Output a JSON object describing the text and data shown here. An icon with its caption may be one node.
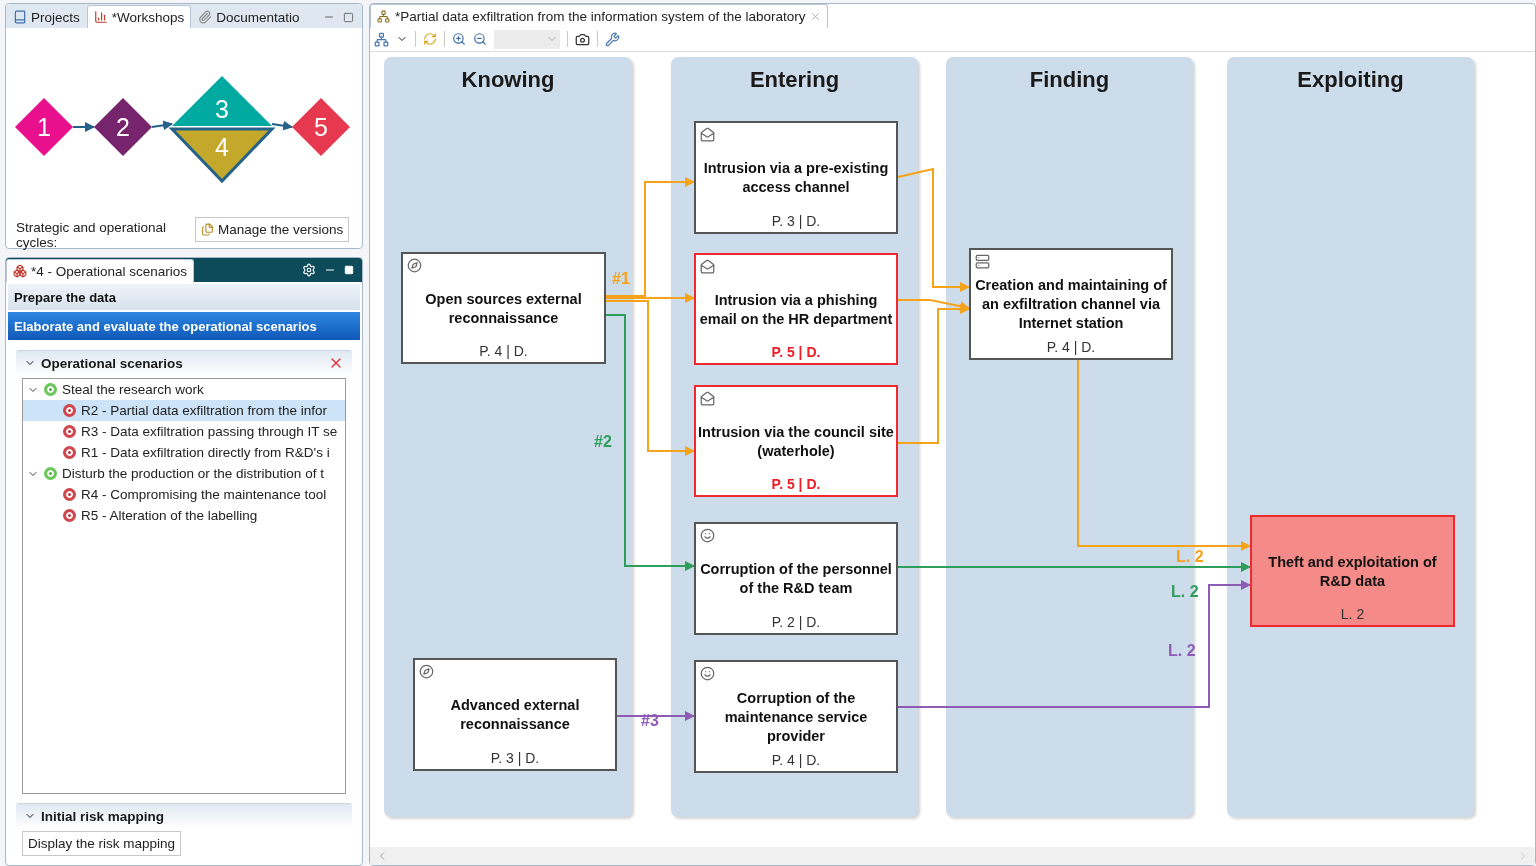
{
  "diagram": {
    "nodes": [
      {
        "text": [
          "Knowing"
        ]
      },
      {
        "text": [
          "Entering"
        ]
      },
      {
        "text": [
          "Finding"
        ]
      },
      {
        "text": [
          "Exploiting"
        ]
      },
      {
        "text": [
          "Open sources external reconnaissance",
          "P. 4 | D."
        ],
        "in": 0
      },
      {
        "text": [
          "Advanced external reconnaissance",
          "P. 3 | D."
        ],
        "in": 0
      },
      {
        "text": [
          "Intrusion via a pre-existing access channel",
          "P. 3 | D."
        ],
        "in": 1
      },
      {
        "text": [
          "Intrusion via a phishing email on the HR department",
          "P. 5 | D."
        ],
        "in": 1
      },
      {
        "text": [
          "Intrusion via the council site (waterhole)",
          "P. 5 | D."
        ],
        "in": 1
      },
      {
        "text": [
          "Corruption of the personnel of the R&D team",
          "P. 2 | D."
        ],
        "in": 1
      },
      {
        "text": [
          "Corruption of the maintenance service provider",
          "P. 4 | D."
        ],
        "in": 1
      },
      {
        "text": [
          "Creation and maintaining of an exfiltration channel via Internet station",
          "P. 4 | D."
        ],
        "in": 2
      },
      {
        "text": [
          "Theft and exploitation of R&D data",
          "L. 2"
        ],
        "in": 3
      },
      {
        "text": [
          "1"
        ]
      },
      {
        "text": [
          "2"
        ]
      },
      {
        "text": [
          "3"
        ]
      },
      {
        "text": [
          "4"
        ]
      },
      {
        "text": [
          "5"
        ]
      }
    ],
    "edges": [
      {
        "from": 4,
        "to": 6,
        "arrow": "to"
      },
      {
        "from": 4,
        "to": 7,
        "arrow": "to",
        "label": "#1"
      },
      {
        "from": 4,
        "to": 8,
        "arrow": "to"
      },
      {
        "from": 4,
        "to": 9,
        "arrow": "to",
        "label": "#2",
        "color": "#2e9e5b"
      },
      {
        "from": 5,
        "to": 10,
        "arrow": "to",
        "label": "#3",
        "color": "#8e5bb5"
      },
      {
        "from": 6,
        "to": 11,
        "arrow": "to"
      },
      {
        "from": 7,
        "to": 11,
        "arrow": "to"
      },
      {
        "from": 8,
        "to": 11,
        "arrow": "to"
      },
      {
        "from": 11,
        "to": 12,
        "arrow": "to",
        "label": "L. 2"
      },
      {
        "from": 9,
        "to": 12,
        "arrow": "to",
        "label": "L. 2",
        "color": "#2e9e5b"
      },
      {
        "from": 10,
        "to": 12,
        "arrow": "to",
        "label": "L. 2",
        "color": "#8e5bb5"
      },
      {
        "from": 13,
        "to": 14,
        "arrow": "to",
        "color": "#24628a"
      },
      {
        "from": 14,
        "to": 15,
        "arrow": "to",
        "color": "#24628a"
      },
      {
        "from": 15,
        "to": 17,
        "arrow": "to",
        "color": "#24628a"
      }
    ],
    "labels": [
      "Projects",
      "*Workshops",
      "Documentatio",
      "Strategic and operational cycles:",
      "Manage the versions",
      "*4 - Operational scenarios",
      "Prepare the data",
      "Elaborate and evaluate the operational scenarios",
      "Operational scenarios",
      "Steal the research work",
      "R2 - Partial data exfiltration from the infor",
      "R3 - Data exfiltration passing through IT se",
      "R1 - Data exfiltration directly from R&D's i",
      "Disturb the production or the distribution of t",
      "R4 - Compromising the maintenance tool",
      "R5 - Alteration of the labelling",
      "Initial risk mapping",
      "Display the risk mapping",
      "*Partial data exfiltration from the information system of the laboratory"
    ]
  }
}
